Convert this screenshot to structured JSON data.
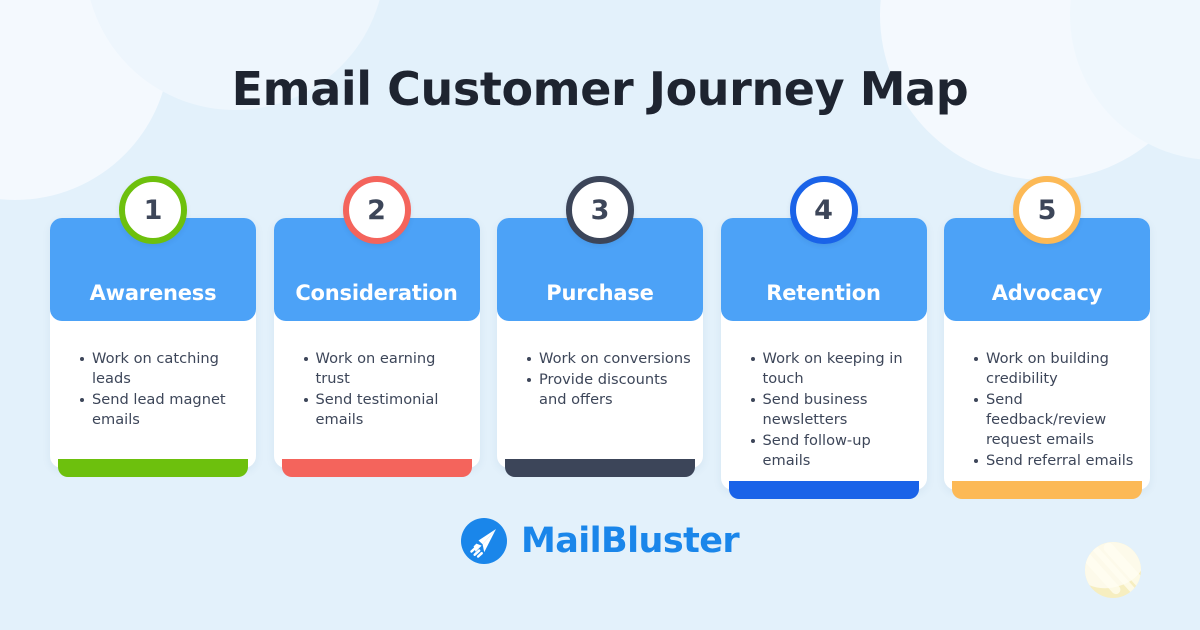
{
  "page": {
    "title": "Email Customer Journey Map",
    "background_color": "#e3f1fb",
    "title_color": "#1e2430"
  },
  "stages": [
    {
      "number": "1",
      "name": "Awareness",
      "accent_color": "#6dc00d",
      "header_color": "#4ca2f7",
      "bullets": [
        "Work on catching leads",
        "Send lead magnet emails"
      ]
    },
    {
      "number": "2",
      "name": "Consideration",
      "accent_color": "#f4645c",
      "header_color": "#4ca2f7",
      "bullets": [
        "Work on earning trust",
        "Send testimonial emails"
      ]
    },
    {
      "number": "3",
      "name": "Purchase",
      "accent_color": "#3c4559",
      "header_color": "#4ca2f7",
      "bullets": [
        "Work on conversions",
        "Provide discounts and offers"
      ]
    },
    {
      "number": "4",
      "name": "Retention",
      "accent_color": "#1a63e8",
      "header_color": "#4ca2f7",
      "bullets": [
        "Work on keeping in touch",
        "Send business newsletters",
        "Send follow-up emails"
      ]
    },
    {
      "number": "5",
      "name": "Advocacy",
      "accent_color": "#fcb956",
      "header_color": "#4ca2f7",
      "bullets": [
        "Work on building credibility",
        "Send feedback/review request emails",
        "Send referral emails"
      ]
    }
  ],
  "brand": {
    "name": "MailBluster",
    "icon": "paper-plane-icon",
    "color": "#1a86ea"
  },
  "decorations": {
    "cloud_color": "#f4f9fe",
    "moon_color": "#f6eec0"
  }
}
